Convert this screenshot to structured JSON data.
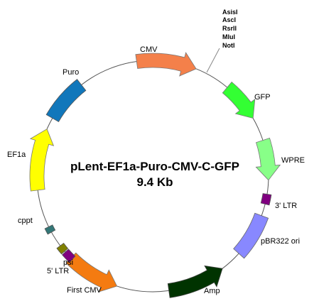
{
  "plasmid": {
    "name": "pLent-EF1a-Puro-CMV-C-GFP",
    "size": "9.4 Kb"
  },
  "sites": [
    "AsisI",
    "AscI",
    "RsrII",
    "MluI",
    "NotI"
  ],
  "features": [
    {
      "id": "cmv",
      "label": "CMV",
      "color": "#F4804A",
      "shape": "arrow"
    },
    {
      "id": "gfp",
      "label": "GFP",
      "color": "#33FF33",
      "shape": "arrow"
    },
    {
      "id": "wpre",
      "label": "WPRE",
      "color": "#88FF88",
      "shape": "arrow"
    },
    {
      "id": "ltr3",
      "label": "3' LTR",
      "color": "#800080",
      "shape": "box"
    },
    {
      "id": "pbr322",
      "label": "pBR322 ori",
      "color": "#8888FF",
      "shape": "bar"
    },
    {
      "id": "amp",
      "label": "Amp",
      "color": "#003300",
      "shape": "arrow"
    },
    {
      "id": "firstcmv",
      "label": "First CMV",
      "color": "#F47B11",
      "shape": "arrow"
    },
    {
      "id": "ltr5",
      "label": "5' LTR",
      "color": "#800080",
      "shape": "box"
    },
    {
      "id": "psi",
      "label": "psi",
      "color": "#808000",
      "shape": "box"
    },
    {
      "id": "cppt",
      "label": "cppt",
      "color": "#337777",
      "shape": "box"
    },
    {
      "id": "ef1a",
      "label": "EF1a",
      "color": "#FFFF00",
      "shape": "arrow"
    },
    {
      "id": "puro",
      "label": "Puro",
      "color": "#1177BB",
      "shape": "bar"
    }
  ]
}
